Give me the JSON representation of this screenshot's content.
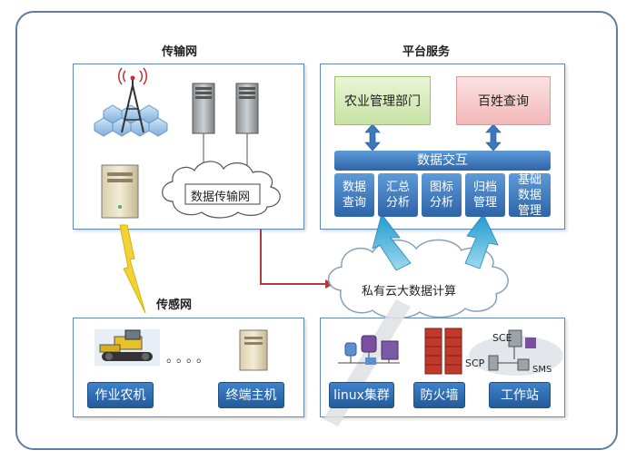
{
  "titles": {
    "transport": "传输网",
    "platform": "平台服务",
    "sensor": "传感网"
  },
  "transport": {
    "cloud_label": "数据传输网"
  },
  "platform": {
    "agri_dept": "农业管理部门",
    "public_query": "百姓查询",
    "data_exchange": "数据交互",
    "functions": [
      "数据查询",
      "汇总分析",
      "图标分析",
      "归档管理",
      "基础数据管理"
    ]
  },
  "private_cloud": "私有云大数据计算",
  "sensor": {
    "farm_machine": "作业农机",
    "terminal_host": "终端主机",
    "dots": "。。。。"
  },
  "cloud_side": {
    "linux_cluster": "linux集群",
    "firewall": "防火墙",
    "workstation": "工作站",
    "sce": "SCE",
    "scp": "SCP",
    "sms": "SMS"
  },
  "colors": {
    "border": "#5e88b8",
    "label_blue": "#2e6bb0",
    "green_box": "#d4ebb7",
    "pink_box": "#f5c6c6",
    "arrow_red": "#b23a3a",
    "lightning": "#f2d23a"
  }
}
